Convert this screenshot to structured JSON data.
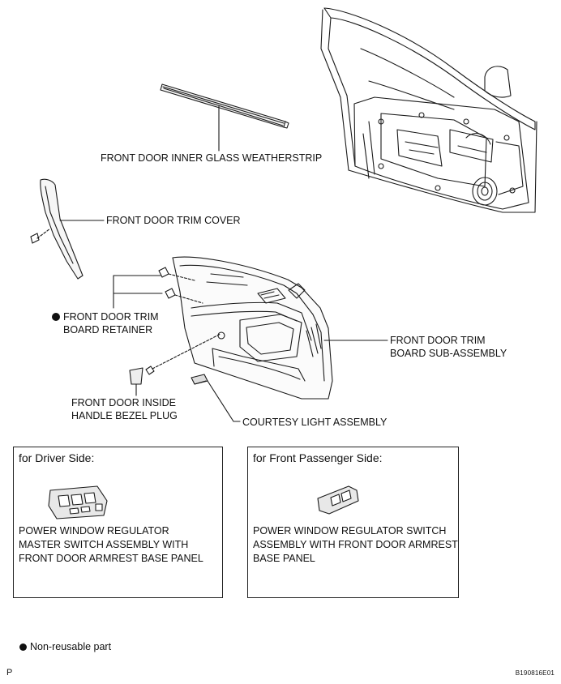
{
  "labels": {
    "inner_glass_weatherstrip": "FRONT DOOR INNER GLASS WEATHERSTRIP",
    "trim_cover": "FRONT DOOR TRIM COVER",
    "trim_board_retainer_line1": "FRONT DOOR TRIM",
    "trim_board_retainer_line2": "BOARD RETAINER",
    "trim_board_sub_assembly_line1": "FRONT DOOR TRIM",
    "trim_board_sub_assembly_line2": "BOARD SUB-ASSEMBLY",
    "inside_handle_bezel_plug_line1": "FRONT DOOR INSIDE",
    "inside_handle_bezel_plug_line2": "HANDLE BEZEL PLUG",
    "courtesy_light_assembly": "COURTESY LIGHT ASSEMBLY"
  },
  "boxes": {
    "driver": {
      "title": "for Driver Side:",
      "line1": "POWER WINDOW REGULATOR",
      "line2": "MASTER SWITCH ASSEMBLY WITH",
      "line3": "FRONT DOOR ARMREST BASE PANEL"
    },
    "passenger": {
      "title": "for Front Passenger Side:",
      "line1": "POWER WINDOW REGULATOR SWITCH",
      "line2": "ASSEMBLY WITH FRONT DOOR ARMREST",
      "line3": "BASE PANEL"
    }
  },
  "legend": {
    "text": "Non-reusable part"
  },
  "footer": {
    "left": "P",
    "right": "B190816E01"
  }
}
